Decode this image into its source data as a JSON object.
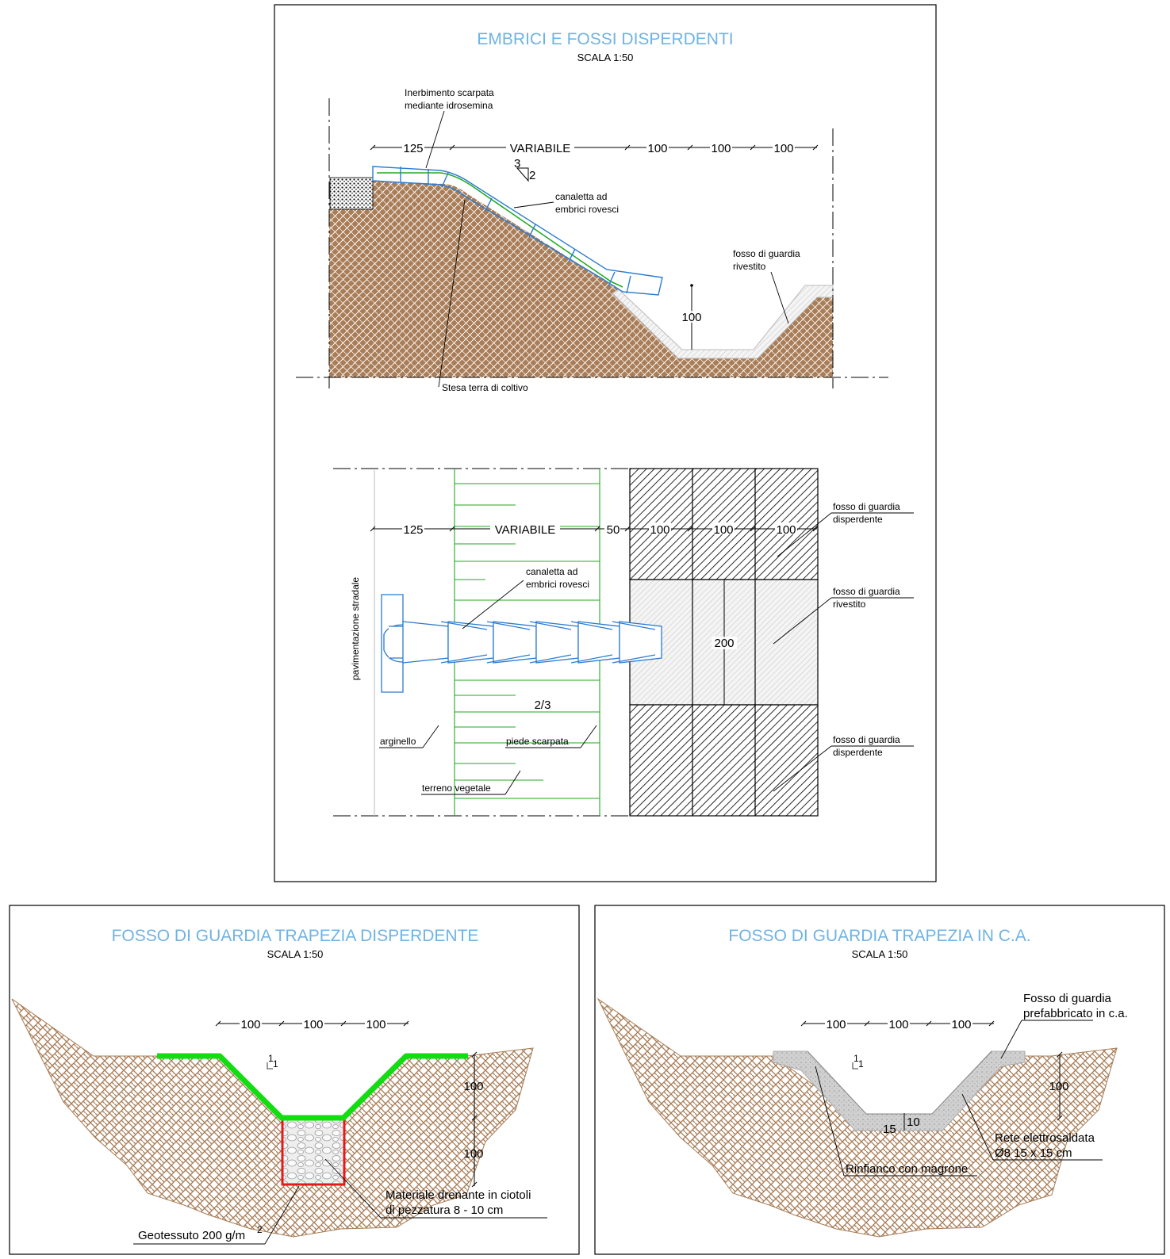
{
  "top": {
    "title": "EMBRICI E FOSSI DISPERDENTI",
    "scale": "SCALA 1:50",
    "section": {
      "label_inerbimento_1": "Inerbimento scarpata",
      "label_inerbimento_2": "mediante idrosemina",
      "label_canaletta_1": "canaletta ad",
      "label_canaletta_2": "embrici rovesci",
      "label_fosso_1": "fosso di guardia",
      "label_fosso_2": "rivestito",
      "label_stesa": "Stesa terra di coltivo",
      "dim_125": "125",
      "dim_variabile": "VARIABILE",
      "dim_100a": "100",
      "dim_100b": "100",
      "dim_100c": "100",
      "dim_height": "100",
      "slope_3": "3",
      "slope_2": "2"
    },
    "plan": {
      "label_pavimentazione": "pavimentazione stradale",
      "label_canaletta_1": "canaletta ad",
      "label_canaletta_2": "embrici rovesci",
      "label_fosso_disp_a_1": "fosso di guardia",
      "label_fosso_disp_a_2": "disperdente",
      "label_fosso_riv_1": "fosso di guardia",
      "label_fosso_riv_2": "rivestito",
      "label_fosso_disp_b_1": "fosso di guardia",
      "label_fosso_disp_b_2": "disperdente",
      "label_arginello": "arginello",
      "label_piede": "piede scarpata",
      "label_terreno": "terreno vegetale",
      "dim_125": "125",
      "dim_variabile": "VARIABILE",
      "dim_50": "50",
      "dim_100a": "100",
      "dim_100b": "100",
      "dim_100c": "100",
      "dim_200": "200",
      "ratio": "2/3"
    }
  },
  "bottom_left": {
    "title": "FOSSO DI GUARDIA TRAPEZIA DISPERDENTE",
    "scale": "SCALA 1:50",
    "dim_100a": "100",
    "dim_100b": "100",
    "dim_100c": "100",
    "dim_h1": "100",
    "dim_h2": "100",
    "slope_1a": "1",
    "slope_1b": "1",
    "label_materiale_1": "Materiale drenante in ciotoli",
    "label_materiale_2": "di pezzatura 8 - 10 cm",
    "label_geotessuto": "Geotessuto 200 g/m",
    "label_geotessuto_sup": "2"
  },
  "bottom_right": {
    "title": "FOSSO DI GUARDIA TRAPEZIA IN C.A.",
    "scale": "SCALA 1:50",
    "dim_100a": "100",
    "dim_100b": "100",
    "dim_100c": "100",
    "dim_h1": "100",
    "dim_10": "10",
    "dim_15": "15",
    "slope_1a": "1",
    "slope_1b": "1",
    "label_fosso_1": "Fosso di guardia",
    "label_fosso_2": "prefabbricato in c.a.",
    "label_rete_1": "Rete elettrosaldata",
    "label_rete_2": "Ø8 15 x 15 cm",
    "label_rinfianco": "Rinfianco con magrone"
  },
  "colors": {
    "title_blue": "#6fb3e4",
    "soil": "#a87d57",
    "channel_blue": "#2b7bd0",
    "grass_green": "#22aa22",
    "bright_green": "#11dd11",
    "geotextile_red": "#e81818",
    "concrete_grey": "#c9c9c9"
  }
}
